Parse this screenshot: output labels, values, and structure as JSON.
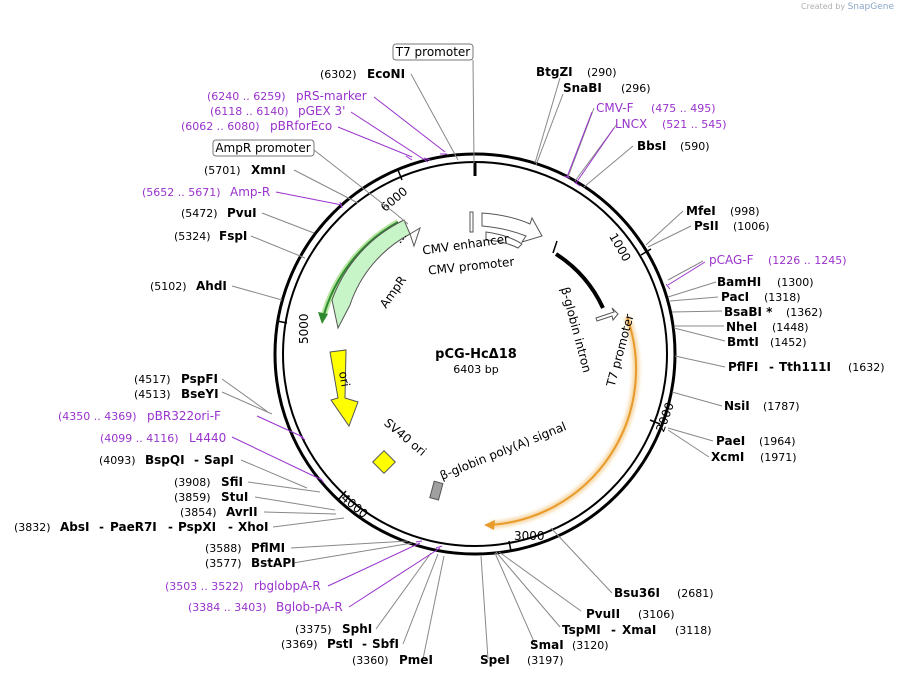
{
  "credit": {
    "prefix": "Created by",
    "brand": "SnapGene"
  },
  "plasmid": {
    "name": "pCG-HcΔ18",
    "size": "6403 bp"
  },
  "ticks": [
    "1000",
    "2000",
    "3000",
    "4000",
    "5000",
    "6000"
  ],
  "boxed_labels": {
    "t7_top": "T7 promoter",
    "ampr_promoter": "AmpR promoter"
  },
  "features": {
    "cmv_enhancer": "CMV enhancer",
    "cmv_promoter": "CMV promoter",
    "bglobin_intron": "β-globin intron",
    "t7_promoter": "T7 promoter",
    "bglobin_polya": "β-globin poly(A) signal",
    "sv40_ori": "SV40 ori",
    "ori": "ori",
    "ampr": "AmpR"
  },
  "right_labels": {
    "btgzi": "BtgZI",
    "btgzi_pos": "(290)",
    "snabi": "SnaBI",
    "snabi_pos": "(296)",
    "cmvf": "CMV-F",
    "cmvf_pos": "(475 .. 495)",
    "lncx": "LNCX",
    "lncx_pos": "(521 .. 545)",
    "bbsi": "BbsI",
    "bbsi_pos": "(590)",
    "mfei": "MfeI",
    "mfei_pos": "(998)",
    "psii": "PsII",
    "psii_pos": "(1006)",
    "pcagf": "pCAG-F",
    "pcagf_pos": "(1226 .. 1245)",
    "bamhi": "BamHI",
    "bamhi_pos": "(1300)",
    "paci": "PacI",
    "paci_pos": "(1318)",
    "bsabi": "BsaBI *",
    "bsabi_pos": "(1362)",
    "nhei": "NheI",
    "nhei_pos": "(1448)",
    "bmti": "BmtI",
    "bmti_pos": "(1452)",
    "pflfi": "PflFI",
    "dash1": "-",
    "tth111i": "Tth111I",
    "pflfi_pos": "(1632)",
    "nsii": "NsiI",
    "nsii_pos": "(1787)",
    "paei": "PaeI",
    "paei_pos": "(1964)",
    "xcmi": "XcmI",
    "xcmi_pos": "(1971)",
    "bsu36i": "Bsu36I",
    "bsu36i_pos": "(2681)",
    "pvuii": "PvuII",
    "pvuii_pos": "(3106)",
    "tspmi": "TspMI",
    "dash2": "-",
    "xmai": "XmaI",
    "tspmi_pos": "(3118)",
    "smai": "SmaI",
    "smai_pos": "(3120)",
    "spei": "SpeI",
    "spei_pos": "(3197)"
  },
  "left_labels": {
    "econi": "EcoNI",
    "econi_pos": "(6302)",
    "prs": "pRS-marker",
    "prs_pos": "(6240 .. 6259)",
    "pgex": "pGEX 3'",
    "pgex_pos": "(6118 .. 6140)",
    "pbrfor": "pBRforEco",
    "pbrfor_pos": "(6062 .. 6080)",
    "xmni": "XmnI",
    "xmni_pos": "(5701)",
    "ampr_p": "Amp-R",
    "ampr_p_pos": "(5652 .. 5671)",
    "pvui": "PvuI",
    "pvui_pos": "(5472)",
    "fspi": "FspI",
    "fspi_pos": "(5324)",
    "ahdi": "AhdI",
    "ahdi_pos": "(5102)",
    "pspfi": "PspFI",
    "pspfi_pos": "(4517)",
    "bseyi": "BseYI",
    "bseyi_pos": "(4513)",
    "pbr322": "pBR322ori-F",
    "pbr322_pos": "(4350 .. 4369)",
    "l4440": "L4440",
    "l4440_pos": "(4099 .. 4116)",
    "bspqi": "BspQI",
    "dash3": "-",
    "sapi": "SapI",
    "bspqi_pos": "(4093)",
    "sfii": "SfiI",
    "sfii_pos": "(3908)",
    "stui": "StuI",
    "stui_pos": "(3859)",
    "avrii": "AvrII",
    "avrii_pos": "(3854)",
    "absi": "AbsI",
    "dash4": "-",
    "paer7i": "PaeR7I",
    "dash5": "-",
    "pspxi": "PspXI",
    "dash6": "-",
    "xhoi": "XhoI",
    "absi_pos": "(3832)",
    "pflmi": "PflMI",
    "pflmi_pos": "(3588)",
    "bstapi": "BstAPI",
    "bstapi_pos": "(3577)",
    "rbglob": "rbglobpA-R",
    "rbglob_pos": "(3503 .. 3522)",
    "bglob": "Bglob-pA-R",
    "bglob_pos": "(3384 .. 3403)",
    "sphi": "SphI",
    "sphi_pos": "(3375)",
    "psti": "PstI",
    "dash7": "-",
    "sbfi": "SbfI",
    "psti_pos": "(3369)",
    "pmei": "PmeI",
    "pmei_pos": "(3360)"
  },
  "colors": {
    "primer": "#9933cc",
    "orange_feature": "#f0a030",
    "ampr_fill": "#c8f5c8",
    "ori_fill": "#ffff00",
    "ring": "#000000"
  }
}
